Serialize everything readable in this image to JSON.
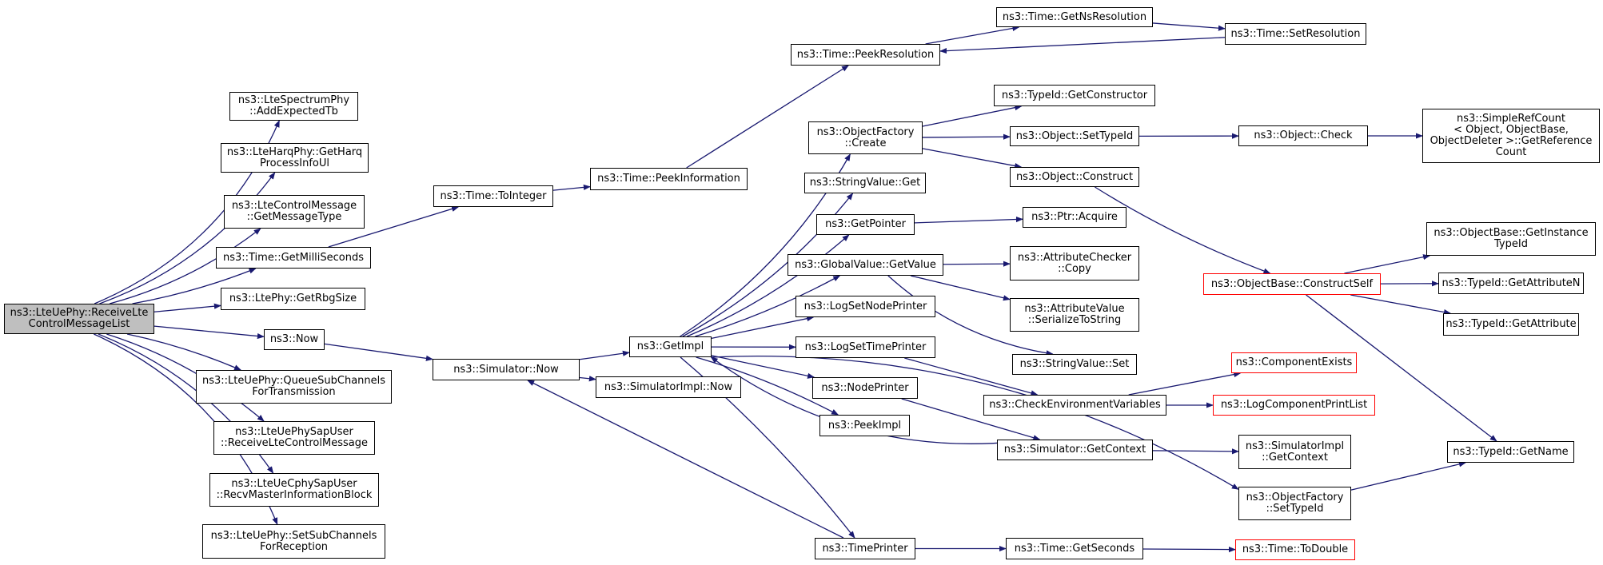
{
  "graph": {
    "edge_color": "#191970",
    "colors": {
      "root_fill": "#bfbfbf",
      "node_border": "#000000",
      "truncated_border": "#ff0000"
    },
    "nodes": [
      {
        "id": "root",
        "label": "ns3::LteUePhy::ReceiveLte\nControlMessageList",
        "root": true
      },
      {
        "id": "addExpectedTb",
        "label": "ns3::LteSpectrumPhy\n::AddExpectedTb"
      },
      {
        "id": "getHarq",
        "label": "ns3::LteHarqPhy::GetHarq\nProcessInfoUl"
      },
      {
        "id": "getMessageType",
        "label": "ns3::LteControlMessage\n::GetMessageType"
      },
      {
        "id": "getMilliSeconds",
        "label": "ns3::Time::GetMilliSeconds"
      },
      {
        "id": "getRbgSize",
        "label": "ns3::LtePhy::GetRbgSize"
      },
      {
        "id": "now",
        "label": "ns3::Now"
      },
      {
        "id": "queueSub",
        "label": "ns3::LteUePhy::QueueSubChannels\nForTransmission"
      },
      {
        "id": "recvLteCtrl",
        "label": "ns3::LteUePhySapUser\n::ReceiveLteControlMessage"
      },
      {
        "id": "recvMIB",
        "label": "ns3::LteUeCphySapUser\n::RecvMasterInformationBlock"
      },
      {
        "id": "setSubRecep",
        "label": "ns3::LteUePhy::SetSubChannels\nForReception"
      },
      {
        "id": "toInteger",
        "label": "ns3::Time::ToInteger"
      },
      {
        "id": "simNow",
        "label": "ns3::Simulator::Now"
      },
      {
        "id": "peekInformation",
        "label": "ns3::Time::PeekInformation"
      },
      {
        "id": "getImpl",
        "label": "ns3::GetImpl"
      },
      {
        "id": "simImplNow",
        "label": "ns3::SimulatorImpl::Now"
      },
      {
        "id": "peekResolution",
        "label": "ns3::Time::PeekResolution"
      },
      {
        "id": "getNsResolution",
        "label": "ns3::Time::GetNsResolution"
      },
      {
        "id": "setResolution",
        "label": "ns3::Time::SetResolution"
      },
      {
        "id": "ofCreate",
        "label": "ns3::ObjectFactory\n::Create"
      },
      {
        "id": "stringValueGet",
        "label": "ns3::StringValue::Get"
      },
      {
        "id": "getPointer",
        "label": "ns3::GetPointer"
      },
      {
        "id": "gvGetValue",
        "label": "ns3::GlobalValue::GetValue"
      },
      {
        "id": "logSetNodePrinter",
        "label": "ns3::LogSetNodePrinter"
      },
      {
        "id": "logSetTimePrinter",
        "label": "ns3::LogSetTimePrinter"
      },
      {
        "id": "nodePrinter",
        "label": "ns3::NodePrinter"
      },
      {
        "id": "peekImpl",
        "label": "ns3::PeekImpl"
      },
      {
        "id": "timePrinter",
        "label": "ns3::TimePrinter"
      },
      {
        "id": "getConstructor",
        "label": "ns3::TypeId::GetConstructor"
      },
      {
        "id": "objSetTypeId",
        "label": "ns3::Object::SetTypeId"
      },
      {
        "id": "objConstruct",
        "label": "ns3::Object::Construct"
      },
      {
        "id": "ptrAcquire",
        "label": "ns3::Ptr::Acquire"
      },
      {
        "id": "acCopy",
        "label": "ns3::AttributeChecker\n::Copy"
      },
      {
        "id": "avSerialize",
        "label": "ns3::AttributeValue\n::SerializeToString"
      },
      {
        "id": "svSet",
        "label": "ns3::StringValue::Set"
      },
      {
        "id": "checkEnv",
        "label": "ns3::CheckEnvironmentVariables"
      },
      {
        "id": "simGetContext",
        "label": "ns3::Simulator::GetContext"
      },
      {
        "id": "ofSetTypeId",
        "label": "ns3::ObjectFactory\n::SetTypeId"
      },
      {
        "id": "getSeconds",
        "label": "ns3::Time::GetSeconds"
      },
      {
        "id": "objCheck",
        "label": "ns3::Object::Check"
      },
      {
        "id": "simpleRef",
        "label": "ns3::SimpleRefCount\n< Object, ObjectBase,\nObjectDeleter >::GetReference\nCount"
      },
      {
        "id": "constructSelf",
        "label": "ns3::ObjectBase::ConstructSelf",
        "truncated": true
      },
      {
        "id": "componentExists",
        "label": "ns3::ComponentExists",
        "truncated": true
      },
      {
        "id": "logCompPrint",
        "label": "ns3::LogComponentPrintList",
        "truncated": true
      },
      {
        "id": "simImplGetContext",
        "label": "ns3::SimulatorImpl\n::GetContext"
      },
      {
        "id": "toDouble",
        "label": "ns3::Time::ToDouble",
        "truncated": true
      },
      {
        "id": "getInstanceTypeId",
        "label": "ns3::ObjectBase::GetInstance\nTypeId"
      },
      {
        "id": "getAttributeN",
        "label": "ns3::TypeId::GetAttributeN"
      },
      {
        "id": "getAttribute",
        "label": "ns3::TypeId::GetAttribute"
      },
      {
        "id": "getName",
        "label": "ns3::TypeId::GetName"
      }
    ]
  }
}
